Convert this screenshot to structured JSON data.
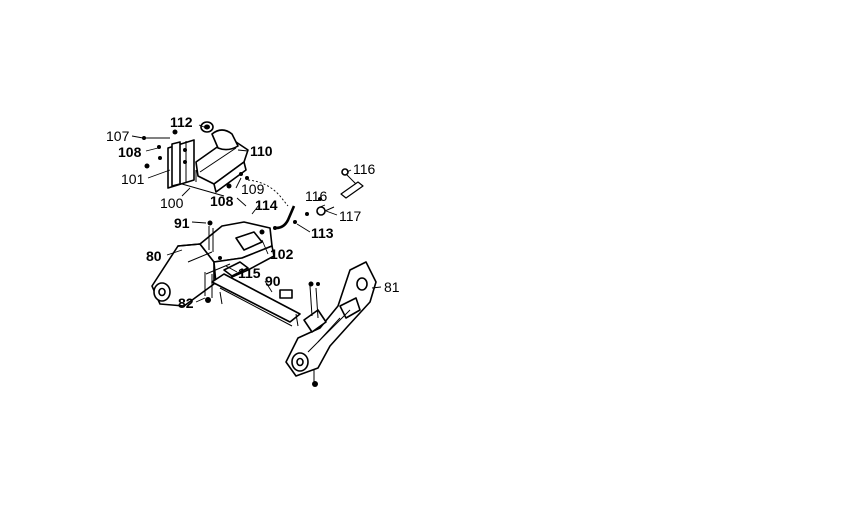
{
  "labels": {
    "l80": "80",
    "l81": "81",
    "l82": "82",
    "l90": "90",
    "l91": "91",
    "l100": "100",
    "l101": "101",
    "l102": "102",
    "l107": "107",
    "l108a": "108",
    "l108b": "108",
    "l109": "109",
    "l110": "110",
    "l112": "112",
    "l113": "113",
    "l114": "114",
    "l115": "115",
    "l116a": "116",
    "l116b": "116",
    "l117": "117"
  }
}
